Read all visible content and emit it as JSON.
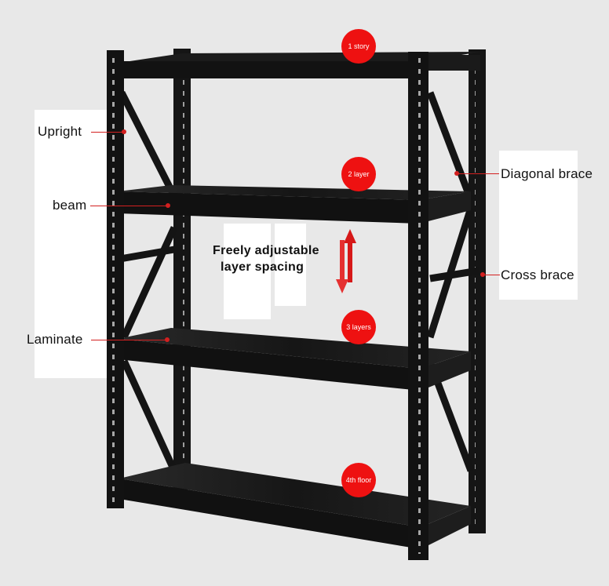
{
  "image": {
    "subject": "black steel boltless shelving rack with four shelves",
    "accent_color": "#ee1111",
    "background_color": "#e8e8e8"
  },
  "callouts": {
    "upright": "Upright",
    "beam": "beam",
    "laminate": "Laminate",
    "diagonal_brace": "Diagonal brace",
    "cross_brace": "Cross brace"
  },
  "adjust_note": {
    "line1": "Freely adjustable",
    "line2": "layer spacing"
  },
  "levels": {
    "level1": "1 story",
    "level2": "2 layer",
    "level3": "3 layers",
    "level4": "4th floor"
  }
}
